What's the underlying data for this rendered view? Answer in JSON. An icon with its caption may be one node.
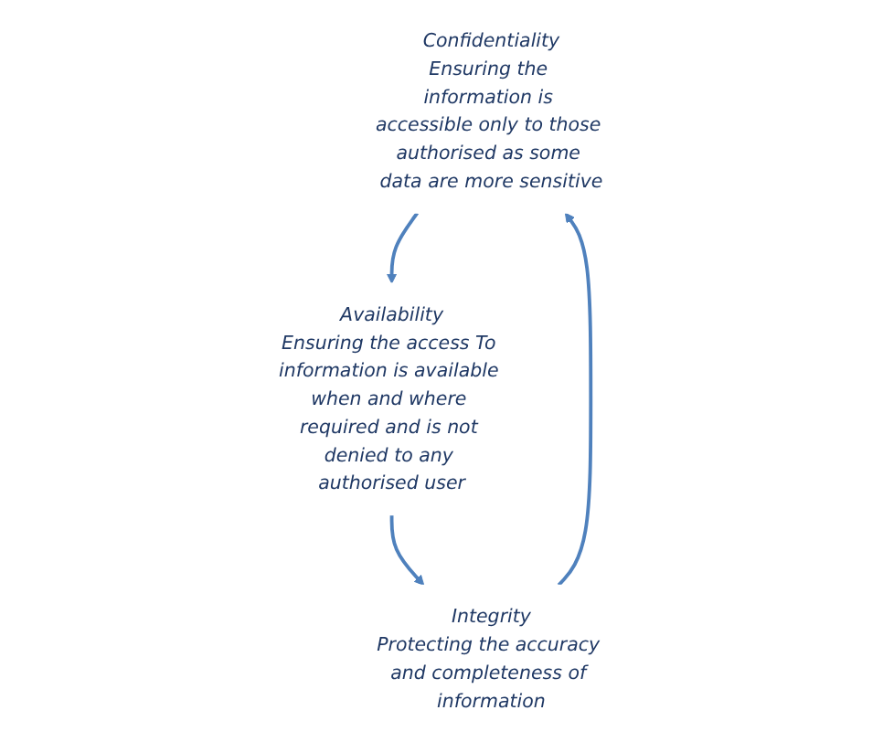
{
  "diagram": {
    "nodes": [
      {
        "text": [
          "Confidentiality",
          "Ensuring the information is accessible only to those authorised as some data are more sensitive"
        ]
      },
      {
        "text": [
          "Availability",
          "Ensuring the access To information is available when and where required and is not denied to any authorised user"
        ]
      },
      {
        "text": [
          "Integrity",
          "Protecting the accuracy and completeness of information"
        ]
      }
    ],
    "edges": [
      {
        "from": 0,
        "to": 1,
        "arrow": "to"
      },
      {
        "from": 1,
        "to": 2,
        "arrow": "to"
      },
      {
        "from": 2,
        "to": 0,
        "arrow": "to"
      }
    ]
  }
}
